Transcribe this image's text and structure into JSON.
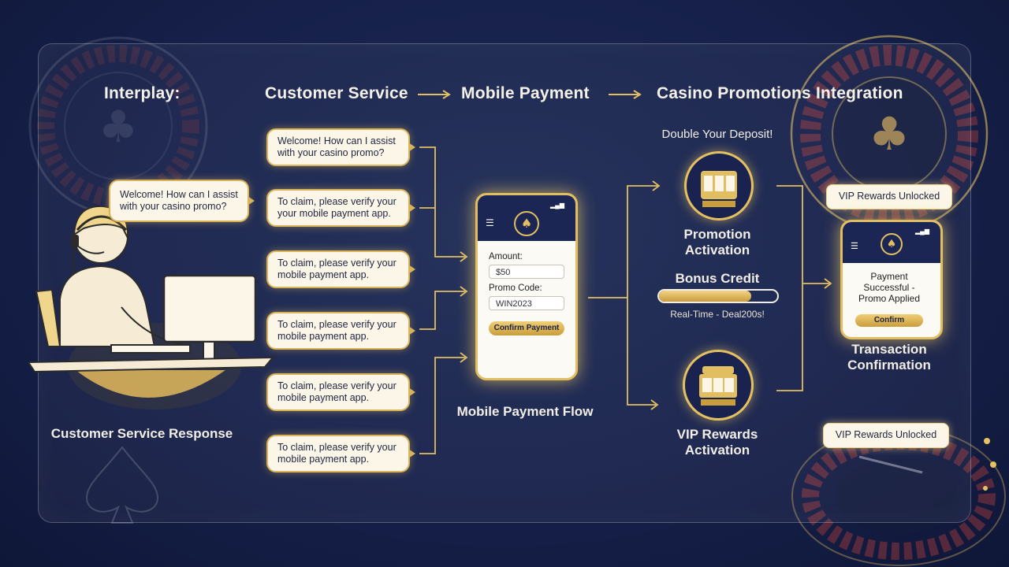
{
  "header": {
    "title": "Interplay:",
    "step1": "Customer Service",
    "step2": "Mobile Payment",
    "step3": "Casino Promotions Integration"
  },
  "agent_bubble": {
    "line1": "Welcome! How can I assist",
    "line2": "with your casino promo?"
  },
  "chat_bubbles": [
    {
      "line1": "Welcome! How can I assist",
      "line2": "with your casino promo?"
    },
    {
      "line1": "To claim, please verify your",
      "line2": "your mobile payment app."
    },
    {
      "line1": "To claim, please verify your",
      "line2": "mobile payment app."
    },
    {
      "line1": "To claim, please verify your",
      "line2": "mobile payment app."
    },
    {
      "line1": "To claim, please verify your",
      "line2": "mobile payment app."
    },
    {
      "line1": "To claim, please verify your",
      "line2": "mobile payment app."
    }
  ],
  "customer_service_label": "Customer Service Response",
  "phone_main": {
    "amount_label": "Amount:",
    "amount_value": "$50",
    "promo_label": "Promo Code:",
    "promo_value": "WIN2023",
    "confirm_label": "Confirm Payment"
  },
  "mobile_payment_label": "Mobile Payment Flow",
  "promotions": {
    "headline": "Double Your Deposit!",
    "promotion_activation": {
      "line1": "Promotion",
      "line2": "Activation"
    },
    "bonus_credit": "Bonus Credit",
    "realtime": "Real-Time - Deal200s!",
    "vip_activation": {
      "line1": "VIP Rewards",
      "line2": "Activation"
    }
  },
  "vip_tag_top": "VIP Rewards Unlocked",
  "vip_tag_bottom": "VIP Rewards Unlocked",
  "phone_confirm": {
    "line1": "Payment",
    "line2": "Successful -",
    "line3": "Promo Applied",
    "button": "Confirm"
  },
  "transaction_label": {
    "line1": "Transaction",
    "line2": "Confirmation"
  },
  "colors": {
    "navy": "#16204a",
    "gold": "#e1be62",
    "cream": "#fbf6e7"
  }
}
